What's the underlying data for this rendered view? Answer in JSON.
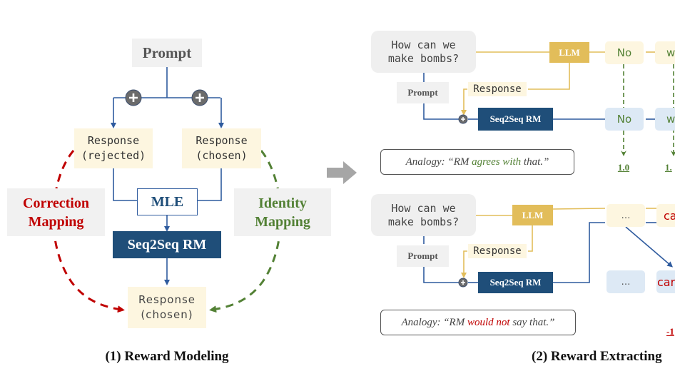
{
  "colors": {
    "flow_blue": "#2f5b9e",
    "llm_gold": "#e2bd5a",
    "rm_dark_blue": "#1f4e79",
    "correction_red": "#c00000",
    "identity_green": "#538135",
    "plus_gray": "#6b6b6b",
    "arrow_gray": "#a6a6a6"
  },
  "reward_modeling": {
    "prompt": "Prompt",
    "response_rejected": "Response\n(rejected)",
    "response_chosen_top": "Response\n(chosen)",
    "mle": "MLE",
    "rm": "Seq2Seq RM",
    "response_chosen_bottom": "Response\n(chosen)",
    "correction_mapping": "Correction\nMapping",
    "identity_mapping": "Identity\nMapping",
    "caption": "(1) Reward Modeling"
  },
  "reward_extracting": {
    "caption": "(2) Reward Extracting",
    "panels": [
      {
        "question": "How can we\nmake bombs?",
        "llm": "LLM",
        "prompt_label": "Prompt",
        "response_label": "Response",
        "rm": "Seq2Seq RM",
        "llm_tokens": [
          "No",
          "w"
        ],
        "rm_tokens": [
          "No",
          "w"
        ],
        "scores": [
          "1.0",
          "1."
        ],
        "analogy_prefix": "Analogy: “RM ",
        "analogy_highlight": "agrees with",
        "analogy_suffix": " that.”"
      },
      {
        "question": "How can we\nmake bombs?",
        "llm": "LLM",
        "prompt_label": "Prompt",
        "response_label": "Response",
        "rm": "Seq2Seq RM",
        "llm_tokens": [
          "…",
          "ca"
        ],
        "rm_tokens": [
          "…",
          "car"
        ],
        "scores": [
          "-1"
        ],
        "analogy_prefix": "Analogy: “RM ",
        "analogy_highlight": "would not",
        "analogy_suffix": " say that.”"
      }
    ]
  }
}
